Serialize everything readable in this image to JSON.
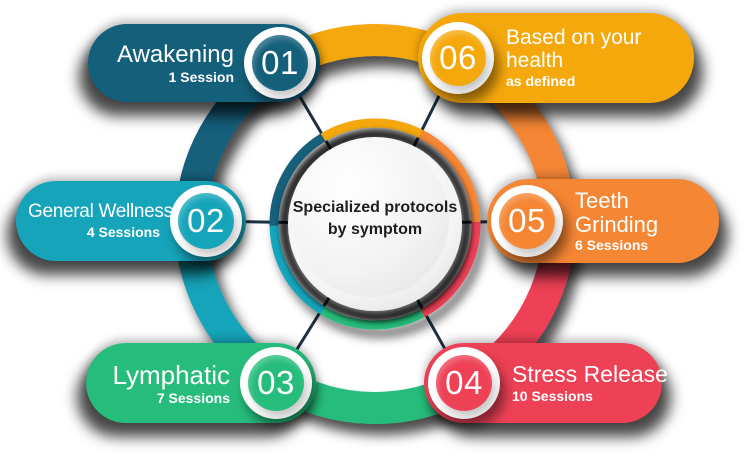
{
  "center": {
    "title": "Specialized protocols by symptom"
  },
  "items": [
    {
      "number": "01",
      "title": "Awakening",
      "subtitle": "1 Session",
      "color": "#14607B"
    },
    {
      "number": "02",
      "title": "General Wellness",
      "subtitle": "4 Sessions",
      "color": "#16A4BA"
    },
    {
      "number": "03",
      "title": "Lymphatic",
      "subtitle": "7 Sessions",
      "color": "#26BD7C"
    },
    {
      "number": "04",
      "title": "Stress Release",
      "subtitle": "10 Sessions",
      "color": "#EE4156"
    },
    {
      "number": "05",
      "title": "Teeth Grinding",
      "subtitle": "6 Sessions",
      "color": "#F58634"
    },
    {
      "number": "06",
      "title": "Based on your health",
      "subtitle": "as defined",
      "color": "#F5A80B"
    }
  ],
  "connector_color": "#1C3144"
}
